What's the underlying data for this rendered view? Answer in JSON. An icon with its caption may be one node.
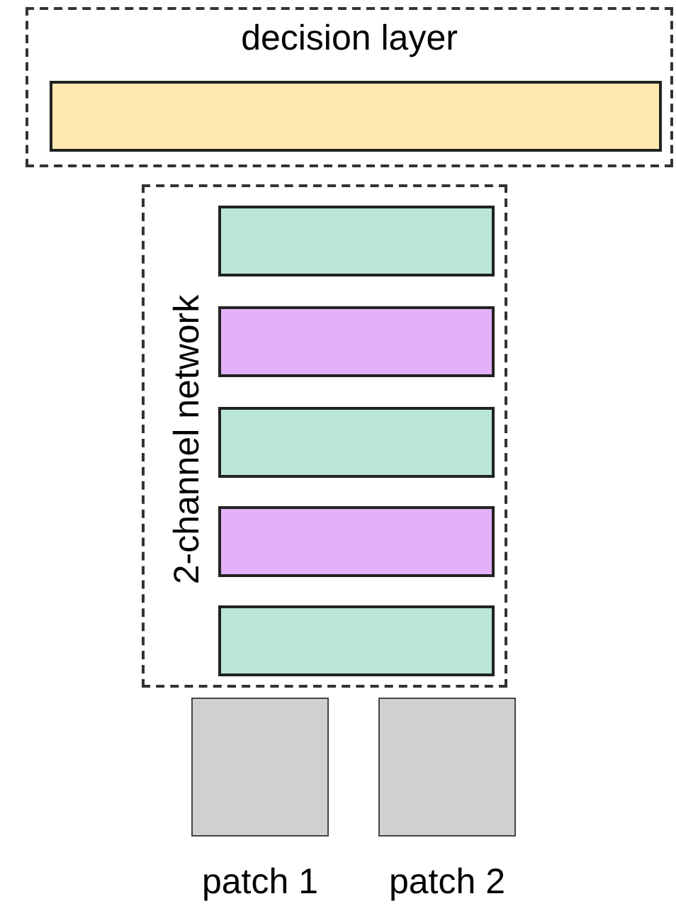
{
  "diagram": {
    "nodes": [
      {
        "text": [
          "decision layer"
        ]
      },
      {
        "text": [],
        "shape": "bar",
        "in": 0
      },
      {
        "text": [
          "2-channel network"
        ]
      },
      {
        "text": [],
        "shape": "bar",
        "in": 2
      },
      {
        "text": [],
        "shape": "bar",
        "in": 2
      },
      {
        "text": [],
        "shape": "bar",
        "in": 2
      },
      {
        "text": [],
        "shape": "bar",
        "in": 2
      },
      {
        "text": [],
        "shape": "bar",
        "in": 2
      },
      {
        "text": [],
        "shape": "box",
        "beside": [
          "patch 1"
        ]
      },
      {
        "text": [],
        "shape": "box",
        "beside": [
          "patch 2"
        ]
      }
    ]
  }
}
